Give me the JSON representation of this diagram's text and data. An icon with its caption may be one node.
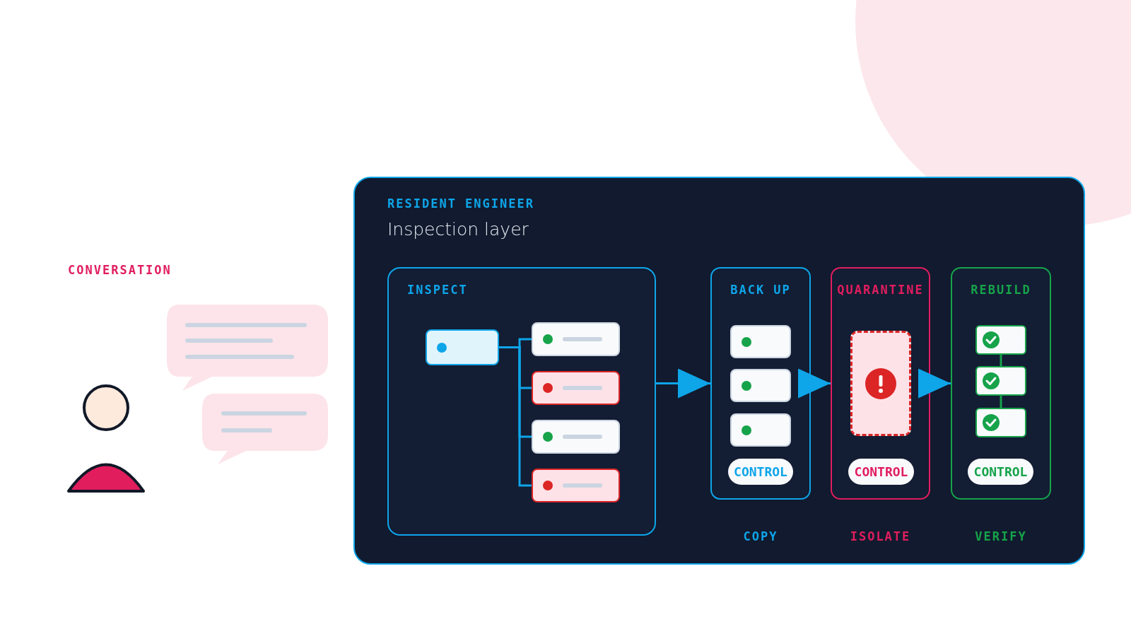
{
  "diagram": {
    "nodes": [
      {
        "text": [
          "RESIDENT ENGINEER",
          "Inspection layer"
        ]
      },
      {
        "text": [
          "INSPECT"
        ],
        "in": 0
      },
      {
        "text": [],
        "shape": "box",
        "in": 1
      },
      {
        "text": [],
        "shape": "box",
        "in": 1
      },
      {
        "text": [],
        "shape": "box",
        "in": 1
      },
      {
        "text": [],
        "shape": "box",
        "in": 1
      },
      {
        "text": [],
        "shape": "box",
        "in": 1
      },
      {
        "text": [
          "BACK UP"
        ],
        "in": 0,
        "beside": [
          "COPY"
        ]
      },
      {
        "text": [],
        "shape": "box",
        "in": 7
      },
      {
        "text": [],
        "shape": "box",
        "in": 7
      },
      {
        "text": [],
        "shape": "box",
        "in": 7
      },
      {
        "text": [
          "CONTROL"
        ],
        "in": 7
      },
      {
        "text": [
          "QUARANTINE"
        ],
        "in": 0,
        "beside": [
          "ISOLATE"
        ]
      },
      {
        "text": [],
        "shape": "box",
        "in": 12
      },
      {
        "text": [
          "CONTROL"
        ],
        "in": 12
      },
      {
        "text": [
          "REBUILD"
        ],
        "in": 0,
        "beside": [
          "VERIFY"
        ]
      },
      {
        "text": [],
        "shape": "box",
        "in": 15
      },
      {
        "text": [],
        "shape": "box",
        "in": 15
      },
      {
        "text": [],
        "shape": "box",
        "in": 15
      },
      {
        "text": [
          "CONTROL"
        ],
        "in": 15
      }
    ],
    "edges": [
      {
        "from": 2,
        "to": 3,
        "arrow": "none"
      },
      {
        "from": 2,
        "to": 4,
        "arrow": "none"
      },
      {
        "from": 2,
        "to": 5,
        "arrow": "none"
      },
      {
        "from": 2,
        "to": 6,
        "arrow": "none"
      },
      {
        "from": 1,
        "to": 7,
        "arrow": "to"
      },
      {
        "from": 7,
        "to": 12,
        "arrow": "to"
      },
      {
        "from": 12,
        "to": 15,
        "arrow": "to"
      },
      {
        "from": 16,
        "to": 17,
        "arrow": "none",
        "color": "#16a34a"
      },
      {
        "from": 17,
        "to": 18,
        "arrow": "none",
        "color": "#16a34a"
      }
    ],
    "labels": [
      "CONVERSATION"
    ]
  }
}
